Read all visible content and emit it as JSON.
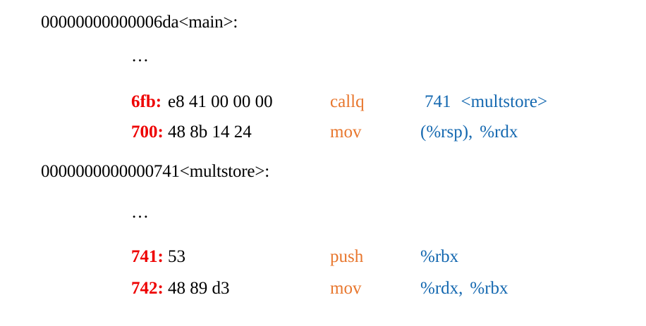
{
  "document": {
    "kind": "disassembly-listing",
    "colors": {
      "address": "#ee0000",
      "bytes": "#000000",
      "mnemonic": "#e8772e",
      "operands": "#1468b0",
      "header": "#000000",
      "background": "#ffffff"
    }
  },
  "lines": [
    {
      "type": "header",
      "text": "00000000000006da<main>:"
    },
    {
      "type": "ellipsis",
      "text": "…"
    },
    {
      "type": "instruction",
      "address": "6fb:",
      "bytes": "e8 41 00 00 00",
      "mnemonic": "callq",
      "operand1": "741",
      "operand2": "<multstore>",
      "separator": ""
    },
    {
      "type": "instruction",
      "address": "700:",
      "bytes": "48 8b 14 24",
      "mnemonic": "mov",
      "operand1": "(%rsp)",
      "operand2": "%rdx",
      "separator": ","
    },
    {
      "type": "header",
      "text": "0000000000000741<multstore>:"
    },
    {
      "type": "ellipsis",
      "text": "…"
    },
    {
      "type": "instruction",
      "address": "741:",
      "bytes": "53",
      "mnemonic": "push",
      "operand1": "%rbx",
      "operand2": "",
      "separator": ""
    },
    {
      "type": "instruction",
      "address": "742:",
      "bytes": "48 89 d3",
      "mnemonic": "mov",
      "operand1": "%rdx",
      "operand2": "%rbx",
      "separator": ","
    }
  ]
}
